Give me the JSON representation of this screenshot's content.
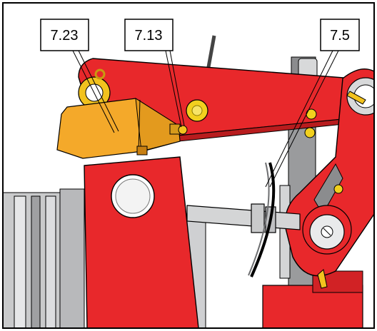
{
  "callouts": [
    {
      "label": "7.23",
      "target": "bracket-block"
    },
    {
      "label": "7.13",
      "target": "grease-nipple"
    },
    {
      "label": "7.5",
      "target": "spring-plate"
    }
  ],
  "colors": {
    "red_part": "#e8282b",
    "red_shadow": "#b81c1e",
    "yellow_part": "#f4a92a",
    "yellow_dark": "#c77f12",
    "steel_grey": "#8b8c8e",
    "light_grey": "#d4d5d6",
    "dark_grey": "#555555",
    "outline": "#000000"
  }
}
